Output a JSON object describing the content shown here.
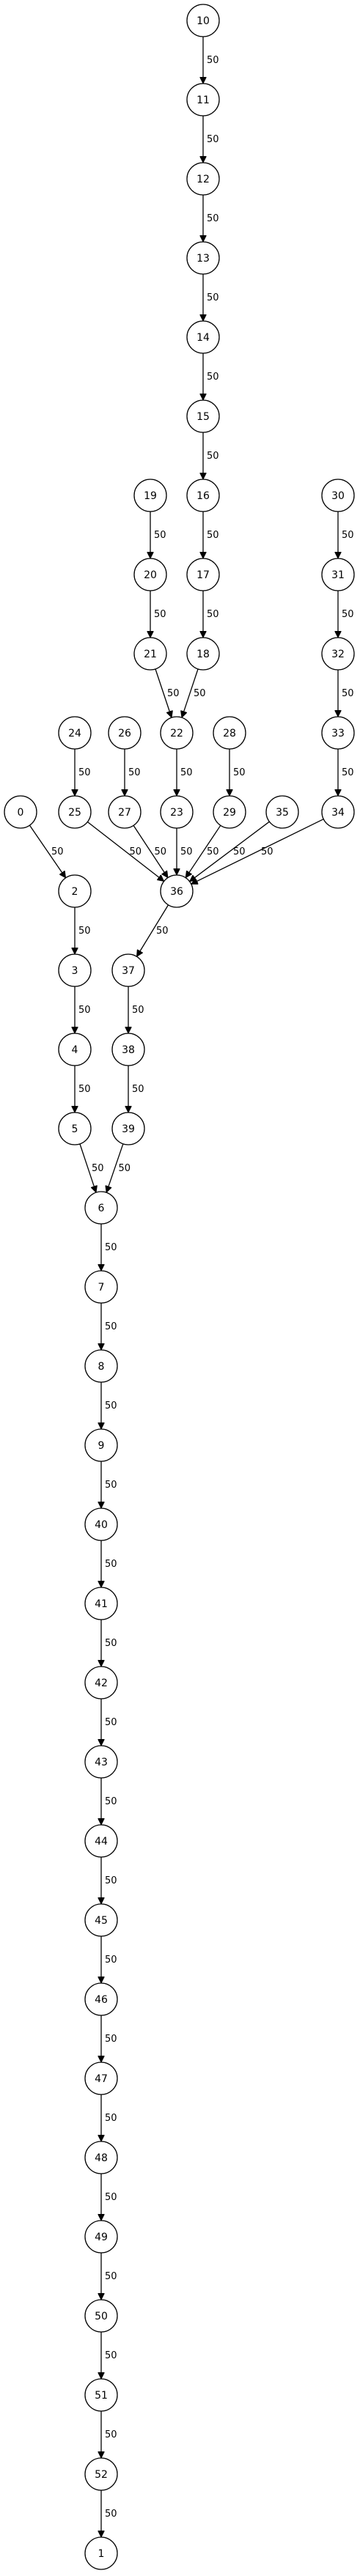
{
  "graph": {
    "node_stroke": "#000000",
    "node_fill": "#ffffff",
    "edge_color": "#000000",
    "nodes": [
      "0",
      "1",
      "2",
      "3",
      "4",
      "5",
      "6",
      "7",
      "8",
      "9",
      "10",
      "11",
      "12",
      "13",
      "14",
      "15",
      "16",
      "17",
      "18",
      "19",
      "20",
      "21",
      "22",
      "23",
      "24",
      "25",
      "26",
      "27",
      "28",
      "29",
      "30",
      "31",
      "32",
      "33",
      "34",
      "35",
      "36",
      "37",
      "38",
      "39",
      "40",
      "41",
      "42",
      "43",
      "44",
      "45",
      "46",
      "47",
      "48",
      "49",
      "50",
      "51",
      "52"
    ],
    "edges": [
      {
        "from": "10",
        "to": "11",
        "label": "50"
      },
      {
        "from": "11",
        "to": "12",
        "label": "50"
      },
      {
        "from": "12",
        "to": "13",
        "label": "50"
      },
      {
        "from": "13",
        "to": "14",
        "label": "50"
      },
      {
        "from": "14",
        "to": "15",
        "label": "50"
      },
      {
        "from": "15",
        "to": "16",
        "label": "50"
      },
      {
        "from": "16",
        "to": "17",
        "label": "50"
      },
      {
        "from": "17",
        "to": "18",
        "label": "50"
      },
      {
        "from": "18",
        "to": "22",
        "label": "50"
      },
      {
        "from": "19",
        "to": "20",
        "label": "50"
      },
      {
        "from": "20",
        "to": "21",
        "label": "50"
      },
      {
        "from": "21",
        "to": "22",
        "label": "50"
      },
      {
        "from": "22",
        "to": "23",
        "label": "50"
      },
      {
        "from": "23",
        "to": "36",
        "label": "50"
      },
      {
        "from": "24",
        "to": "25",
        "label": "50"
      },
      {
        "from": "25",
        "to": "36",
        "label": "50"
      },
      {
        "from": "26",
        "to": "27",
        "label": "50"
      },
      {
        "from": "27",
        "to": "36",
        "label": "50"
      },
      {
        "from": "28",
        "to": "29",
        "label": "50"
      },
      {
        "from": "29",
        "to": "36",
        "label": "50"
      },
      {
        "from": "30",
        "to": "31",
        "label": "50"
      },
      {
        "from": "31",
        "to": "32",
        "label": "50"
      },
      {
        "from": "32",
        "to": "33",
        "label": "50"
      },
      {
        "from": "33",
        "to": "34",
        "label": "50"
      },
      {
        "from": "34",
        "to": "36",
        "label": "50"
      },
      {
        "from": "35",
        "to": "36",
        "label": "50"
      },
      {
        "from": "0",
        "to": "2",
        "label": "50"
      },
      {
        "from": "2",
        "to": "3",
        "label": "50"
      },
      {
        "from": "3",
        "to": "4",
        "label": "50"
      },
      {
        "from": "4",
        "to": "5",
        "label": "50"
      },
      {
        "from": "5",
        "to": "6",
        "label": "50"
      },
      {
        "from": "36",
        "to": "37",
        "label": "50"
      },
      {
        "from": "37",
        "to": "38",
        "label": "50"
      },
      {
        "from": "38",
        "to": "39",
        "label": "50"
      },
      {
        "from": "39",
        "to": "6",
        "label": "50"
      },
      {
        "from": "6",
        "to": "7",
        "label": "50"
      },
      {
        "from": "7",
        "to": "8",
        "label": "50"
      },
      {
        "from": "8",
        "to": "9",
        "label": "50"
      },
      {
        "from": "9",
        "to": "40",
        "label": "50"
      },
      {
        "from": "40",
        "to": "41",
        "label": "50"
      },
      {
        "from": "41",
        "to": "42",
        "label": "50"
      },
      {
        "from": "42",
        "to": "43",
        "label": "50"
      },
      {
        "from": "43",
        "to": "44",
        "label": "50"
      },
      {
        "from": "44",
        "to": "45",
        "label": "50"
      },
      {
        "from": "45",
        "to": "46",
        "label": "50"
      },
      {
        "from": "46",
        "to": "47",
        "label": "50"
      },
      {
        "from": "47",
        "to": "48",
        "label": "50"
      },
      {
        "from": "48",
        "to": "49",
        "label": "50"
      },
      {
        "from": "49",
        "to": "50",
        "label": "50"
      },
      {
        "from": "50",
        "to": "51",
        "label": "50"
      },
      {
        "from": "51",
        "to": "52",
        "label": "50"
      },
      {
        "from": "52",
        "to": "1",
        "label": "50"
      }
    ]
  }
}
